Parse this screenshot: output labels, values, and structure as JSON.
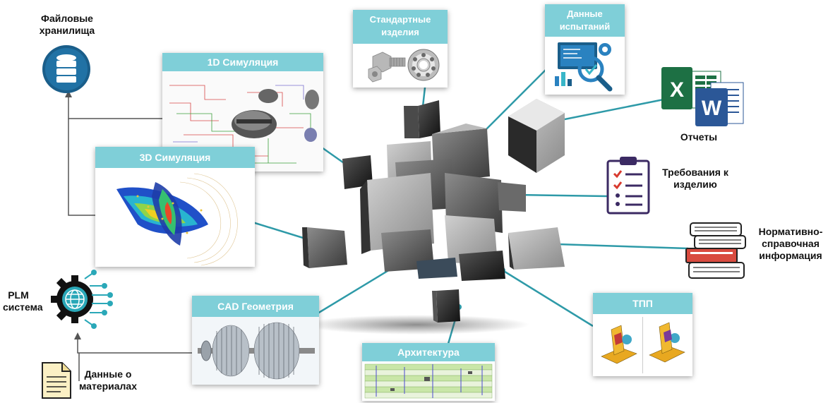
{
  "labels": {
    "file_storage": "Файловые хранилища",
    "sim_1d": "1D Симуляция",
    "sim_3d": "3D Симуляция",
    "std_parts": "Стандартные изделия",
    "test_data": "Данные испытаний",
    "reports": "Отчеты",
    "requirements": "Требования к изделию",
    "normative": "Нормативно-справочная информация",
    "plm": "PLM система",
    "cad": "CAD Геометрия",
    "architecture": "Архитектура",
    "tpp": "ТПП",
    "materials": "Данные о материалах"
  },
  "colors": {
    "accent": "#7fcfd8",
    "connector": "#2e9aa8",
    "arrow": "#555555",
    "icon_blue": "#1a5e8a",
    "excel_green": "#1d7044",
    "word_blue": "#2b5797",
    "book_red": "#d94b3f"
  }
}
